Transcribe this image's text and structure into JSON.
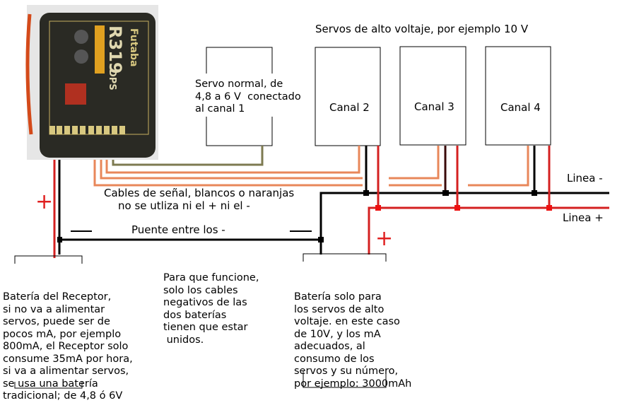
{
  "title": "Servos de alto voltaje, por ejemplo 10 V",
  "receiver": {
    "brand": "Futaba",
    "model": "R319",
    "model_suffix": "DPS"
  },
  "servo_normal": [
    "Servo normal, de",
    "4,8 a 6 V  conectado",
    "al canal 1"
  ],
  "channels": [
    "Canal 2",
    "Canal 3",
    "Canal 4"
  ],
  "signal_cables": [
    "Cables de señal, blancos o naranjas",
    "no se utliza ni el + ni el -"
  ],
  "bridge_label": "Puente entre los -",
  "line_minus": "Linea -",
  "line_plus": "Linea +",
  "plus_sign": "+",
  "receiver_battery": [
    "Batería del Receptor,",
    "si no va a alimentar",
    "servos, puede ser de",
    "pocos mA, por ejemplo",
    "800mA, el Receptor solo",
    "consume 35mA por hora,",
    "si va a alimentar servos,",
    "se usa una batería",
    "tradicional; de 4,8 ó 6V"
  ],
  "middle_note": [
    "Para que funcione,",
    "solo los cables",
    "negativos de las",
    "dos baterías",
    "tienen que estar",
    " unidos."
  ],
  "servo_battery": [
    "Batería solo para",
    "los servos de alto",
    "voltaje. en este caso",
    "de 10V, y los mA",
    "adecuados, al",
    "consumo de los",
    "servos y su número,",
    "por ejemplo: 3000mAh"
  ],
  "colors": {
    "signal": "#e8875a",
    "negative": "#000000",
    "positive": "#d42020",
    "servo1_signal": "#7d7a50"
  }
}
